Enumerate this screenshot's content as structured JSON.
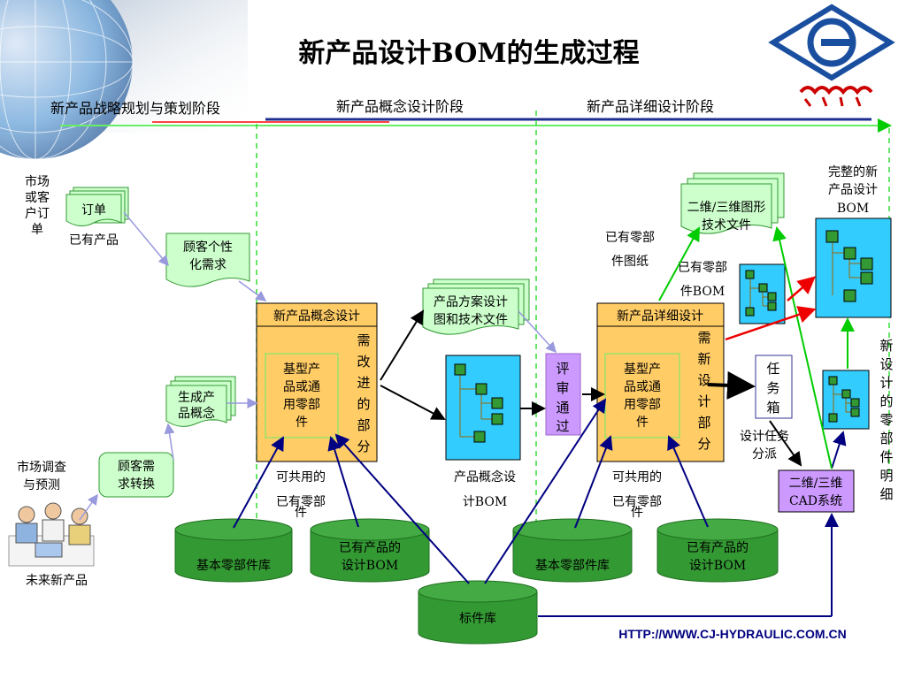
{
  "title": "新产品设计BOM的生成过程",
  "stages": {
    "strategy": "新产品战略规划与策划阶段",
    "concept": "新产品概念设计阶段",
    "detail": "新产品详细设计阶段"
  },
  "left": {
    "market_label": [
      "市场",
      "或客",
      "户订",
      "单"
    ],
    "order": "订单",
    "existing_product": "已有产品",
    "customer_need": [
      "顾客个性",
      "化需求"
    ],
    "market_research": [
      "市场调查",
      "与预测"
    ],
    "need_transform": [
      "顾客需",
      "求转换"
    ],
    "future_product": "未来新产品",
    "gen_concept": [
      "生成产",
      "品概念"
    ]
  },
  "concept": {
    "box_title": "新产品概念设计",
    "inner": [
      "基型产",
      "品或通",
      "用零部",
      "件"
    ],
    "improve": [
      "需",
      "改",
      "进",
      "的",
      "部",
      "分"
    ],
    "shared": "可共用的",
    "existing_parts": [
      "已有零部",
      "件"
    ],
    "plan_docs": [
      "产品方案设计",
      "图和技术文件"
    ],
    "concept_bom": [
      "产品概念设",
      "计BOM"
    ],
    "review": [
      "评",
      "审",
      "通",
      "过"
    ]
  },
  "detail": {
    "box_title": "新产品详细设计",
    "inner": [
      "基型产",
      "品或通",
      "用零部",
      "件"
    ],
    "redesign": [
      "需",
      "新",
      "设",
      "计",
      "部",
      "分"
    ],
    "shared": "可共用的",
    "existing_parts": [
      "已有零部",
      "件"
    ],
    "drawings_docs": [
      "二维/三维图形",
      "技术文件"
    ],
    "existing_drawings": [
      "已有零部",
      "件图纸"
    ],
    "existing_bom": [
      "已有零部",
      "件BOM"
    ],
    "full_bom": [
      "完整的新",
      "产品设计",
      "BOM"
    ],
    "task_box": [
      "任",
      "务",
      "箱"
    ],
    "task_assign": [
      "设计任务",
      "分派"
    ],
    "cad": [
      "二维/三维",
      "CAD系统"
    ],
    "new_parts": [
      "新",
      "设",
      "计",
      "的",
      "零",
      "部",
      "件",
      "明",
      "细"
    ]
  },
  "databases": {
    "base_lib_1": "基本零部件库",
    "existing_bom_1": [
      "已有产品的",
      "设计BOM"
    ],
    "standard_lib": "标件库",
    "base_lib_2": "基本零部件库",
    "existing_bom_2": [
      "已有产品的",
      "设计BOM"
    ]
  },
  "footer_url": "HTTP://WWW.CJ-HYDRAULIC.COM.CN",
  "colors": {
    "title": "#0000cc",
    "strategy_stage": "#ff0000",
    "concept_stage": "#000080",
    "detail_stage": "#008000",
    "orange_box": "#ffcc66",
    "cyan_bom": "#33ccff",
    "green_doc": "#ccffcc",
    "db_green": "#339933",
    "lilac": "#cc99ff"
  },
  "icons": [
    "globe-icon",
    "company-logo-icon",
    "people-icon"
  ]
}
